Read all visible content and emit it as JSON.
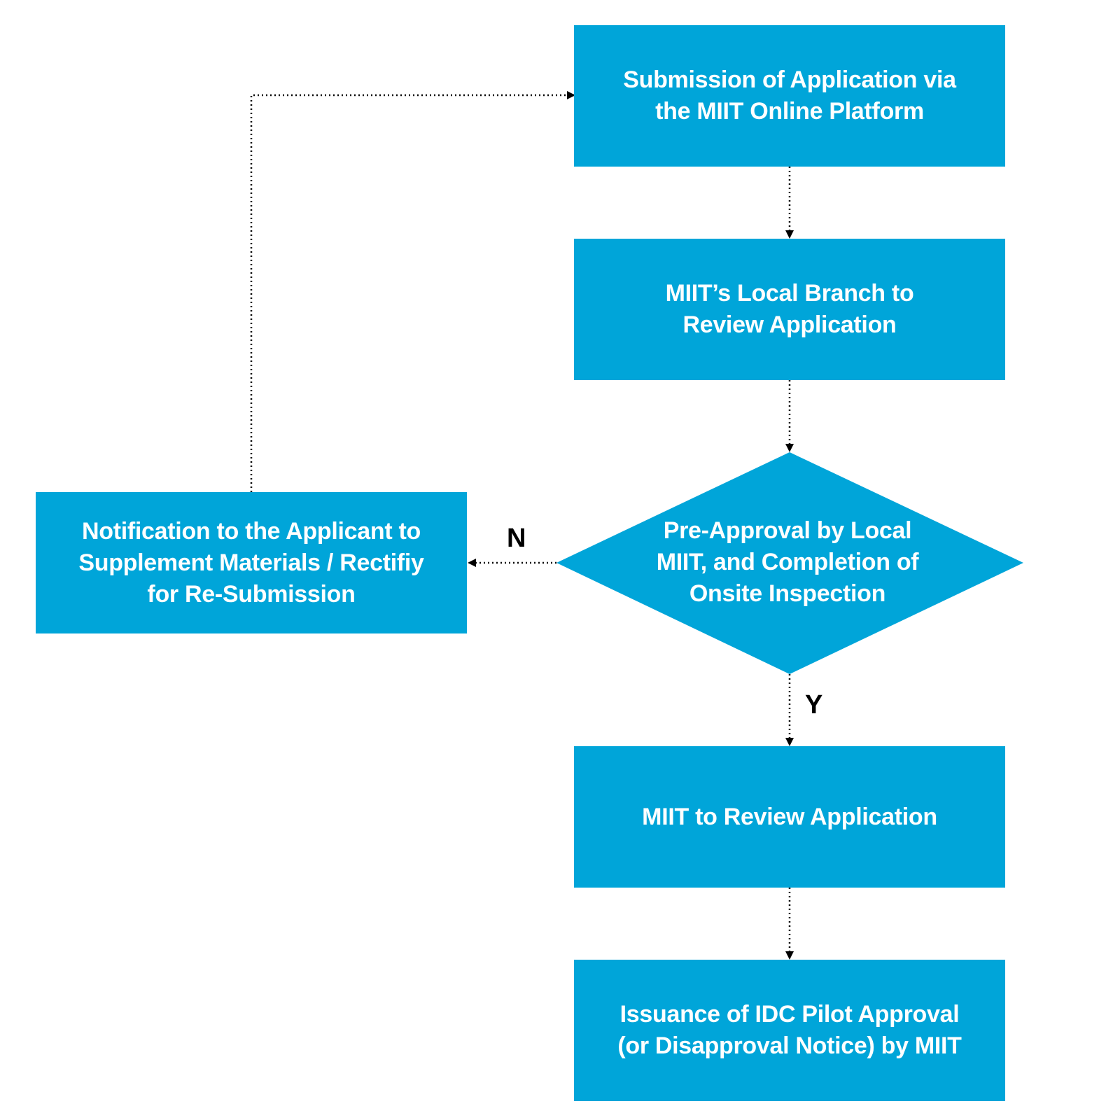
{
  "diagram": {
    "type": "flowchart",
    "colors": {
      "node_fill": "#00A5D9",
      "node_text": "#FFFFFF",
      "connector": "#000000",
      "label_text": "#000000"
    },
    "nodes": [
      {
        "id": "submission",
        "shape": "rectangle",
        "label": "Submission of Application via\nthe MIIT Online Platform"
      },
      {
        "id": "local_review",
        "shape": "rectangle",
        "label": "MIIT’s Local Branch to\nReview Application"
      },
      {
        "id": "pre_approval",
        "shape": "diamond",
        "label": "Pre-Approval by Local\nMIIT, and Completion of\nOnsite Inspection"
      },
      {
        "id": "notification",
        "shape": "rectangle",
        "label": "Notification to the Applicant to\nSupplement Materials / Rectifiy\nfor Re-Submission"
      },
      {
        "id": "miit_review",
        "shape": "rectangle",
        "label": "MIIT to Review Application"
      },
      {
        "id": "issuance",
        "shape": "rectangle",
        "label": "Issuance of IDC Pilot Approval\n(or Disapproval Notice) by MIIT"
      }
    ],
    "edges": [
      {
        "from": "submission",
        "to": "local_review",
        "label": "",
        "style": "dotted"
      },
      {
        "from": "local_review",
        "to": "pre_approval",
        "label": "",
        "style": "dotted"
      },
      {
        "from": "pre_approval",
        "to": "notification",
        "label": "N",
        "style": "dotted"
      },
      {
        "from": "pre_approval",
        "to": "miit_review",
        "label": "Y",
        "style": "dotted"
      },
      {
        "from": "miit_review",
        "to": "issuance",
        "label": "",
        "style": "dotted"
      },
      {
        "from": "notification",
        "to": "submission",
        "label": "",
        "style": "dotted"
      }
    ]
  }
}
